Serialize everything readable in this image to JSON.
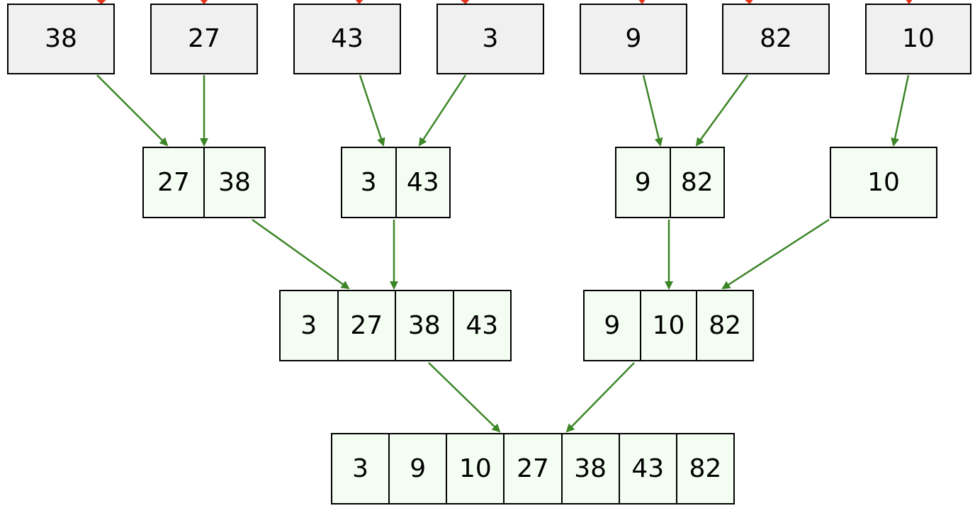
{
  "colors": {
    "merge_edge": "#3c8527",
    "split_edge": "#e8341a",
    "leaf_fill": "#f0f0f0",
    "merged_fill": "#f3fdf1",
    "border": "#000000"
  },
  "levels": [
    {
      "nodes": [
        {
          "values": [
            "38"
          ]
        },
        {
          "values": [
            "27"
          ]
        },
        {
          "values": [
            "43"
          ]
        },
        {
          "values": [
            "3"
          ]
        },
        {
          "values": [
            "9"
          ]
        },
        {
          "values": [
            "82"
          ]
        },
        {
          "values": [
            "10"
          ]
        }
      ]
    },
    {
      "nodes": [
        {
          "values": [
            "27",
            "38"
          ]
        },
        {
          "values": [
            "3",
            "43"
          ]
        },
        {
          "values": [
            "9",
            "82"
          ]
        },
        {
          "values": [
            "10"
          ]
        }
      ]
    },
    {
      "nodes": [
        {
          "values": [
            "3",
            "27",
            "38",
            "43"
          ]
        },
        {
          "values": [
            "9",
            "10",
            "82"
          ]
        }
      ]
    },
    {
      "nodes": [
        {
          "values": [
            "3",
            "9",
            "10",
            "27",
            "38",
            "43",
            "82"
          ]
        }
      ]
    }
  ]
}
